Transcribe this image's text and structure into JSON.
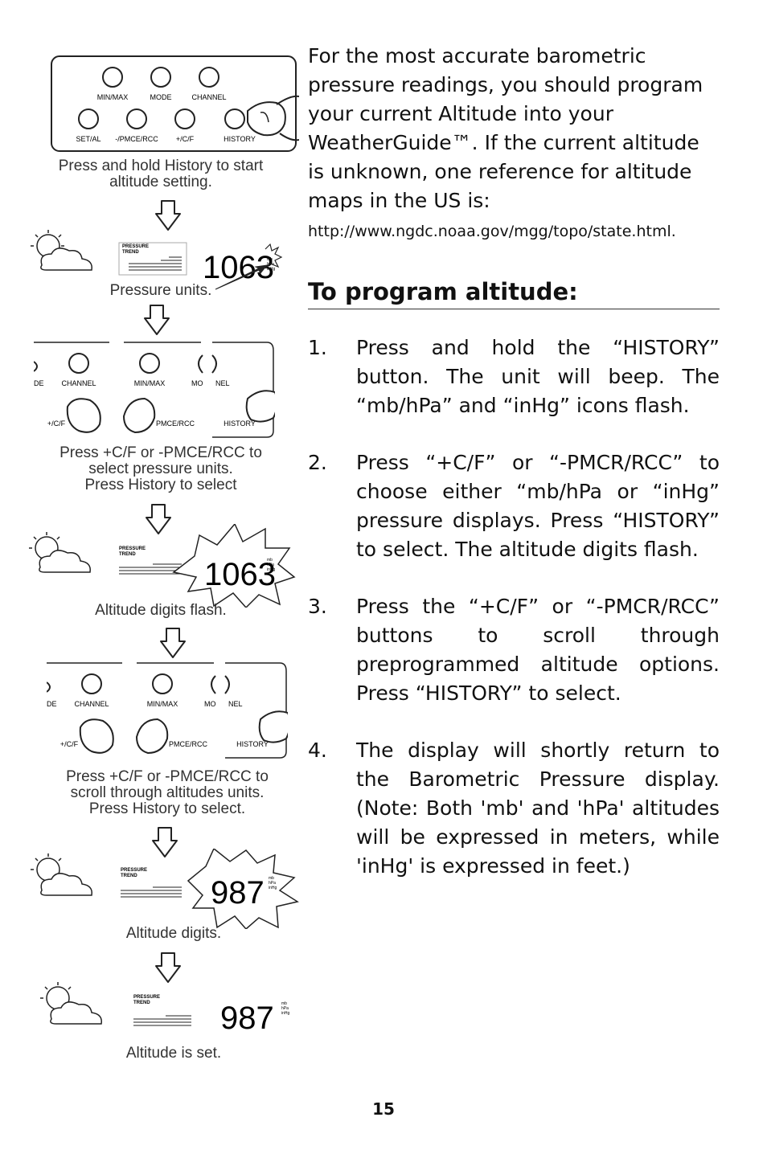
{
  "figures": {
    "buttons": {
      "min_max": "MIN/MAX",
      "mode": "MODE",
      "channel": "CHANNEL",
      "set_al": "SET/AL",
      "pmce_rcc": "-/PMCE/RCC",
      "plus_cf": "+/C/F",
      "history": "HISTORY"
    },
    "buttons_partial": {
      "de": "DE",
      "channel": "CHANNEL",
      "min_max": "MIN/MAX",
      "mo": "MO",
      "nel": "NEL",
      "plus_cf": "+/C/F",
      "pmce_rcc": "PMCE/RCC",
      "history": "HISTORY"
    },
    "lcd": {
      "pressure_label": "PRESSURE",
      "trend_label": "TREND",
      "unit_mb": "mb",
      "unit_hpa": "hPa",
      "unit_inhg": "inHg",
      "reading_1": "1063",
      "reading_2": "1063",
      "reading_3": "987",
      "reading_4": "987"
    },
    "captions": {
      "c1_line1": "Press and hold History to start",
      "c1_line2": "altitude setting.",
      "c2": "Pressure units.",
      "c3_line1": "Press +C/F or -PMCE/RCC to",
      "c3_line2": "select pressure units.",
      "c3_line3": "Press History to select",
      "c4": "Altitude digits flash.",
      "c5_line1": "Press +C/F or -PMCE/RCC to",
      "c5_line2": "scroll through altitudes units.",
      "c5_line3": "Press History to select.",
      "c6": "Altitude digits.",
      "c7": "Altitude is set."
    }
  },
  "content": {
    "intro": "For the most accurate barometric pressure readings, you should program your current Altitude into your WeatherGuide™. If the current altitude is unknown, one reference for altitude maps in the US is:",
    "url": "http://www.ngdc.noaa.gov/mgg/topo/state.html.",
    "heading": "To program altitude:",
    "steps": [
      {
        "num": "1.",
        "text": "Press and hold the “HISTORY” button. The unit will beep. The “mb/hPa” and “inHg” icons flash."
      },
      {
        "num": "2.",
        "text": "Press “+C/F” or “-PMCR/RCC” to choose either “mb/hPa or “inHg” pressure displays. Press “HISTORY” to select. The altitude digits flash."
      },
      {
        "num": "3.",
        "text": "Press the “+C/F” or “-PMCR/RCC” buttons to scroll through preprogrammed altitude options. Press “HISTORY” to select."
      },
      {
        "num": "4.",
        "text": "The display will shortly return to the Barometric Pressure display. (Note: Both 'mb' and 'hPa' altitudes will be expressed in meters, while 'inHg' is expressed in feet.)"
      }
    ],
    "page_number": "15"
  }
}
